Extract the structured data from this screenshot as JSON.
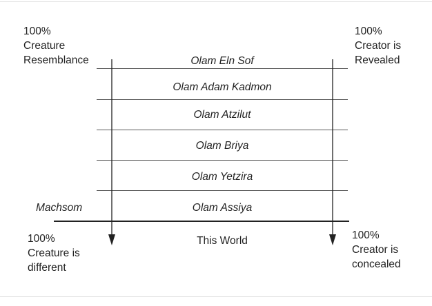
{
  "corners": {
    "top_left": [
      "100%",
      "Creature",
      "Resemblance"
    ],
    "top_right": [
      "100%",
      "Creator is",
      "Revealed"
    ],
    "bottom_left": [
      "100%",
      "Creature is",
      "different"
    ],
    "bottom_right": [
      "100%",
      "Creator is",
      "concealed"
    ]
  },
  "worlds": [
    "Olam Eln Sof",
    "Olam Adam Kadmon",
    "Olam Atzilut",
    "Olam Briya",
    "Olam Yetzira",
    "Olam Assiya"
  ],
  "machsom_label": "Machsom",
  "this_world_label": "This World",
  "colors": {
    "line": "#555555",
    "thick_line": "#222222",
    "text": "#222222",
    "frame": "#e2e2e2"
  }
}
